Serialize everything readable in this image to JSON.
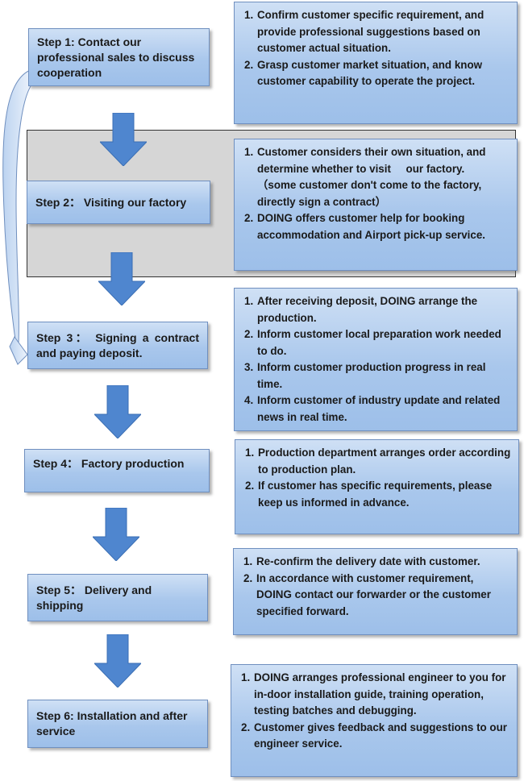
{
  "steps": [
    {
      "label": "Step 1: Contact our professional sales to discuss cooperation"
    },
    {
      "label": "Step 2： Visiting our factory"
    },
    {
      "label": "Step 3： Signing a contract and paying deposit."
    },
    {
      "label": "Step 4： Factory production"
    },
    {
      "label": "Step 5： Delivery and shipping"
    },
    {
      "label": "Step 6: Installation and after service"
    }
  ],
  "details": [
    {
      "items": [
        {
          "num": "1.",
          "text": "Confirm customer specific requirement, and provide professional suggestions based on customer actual situation."
        },
        {
          "num": "2.",
          "text": "Grasp customer market situation, and know customer capability to operate the project."
        }
      ]
    },
    {
      "items": [
        {
          "num": "1.",
          "text": "Customer considers their own situation, and determine whether to visit     our factory.",
          "note": "（some customer don't come to the factory, directly sign a contract）"
        },
        {
          "num": "2.",
          "text": "DOING offers customer help for booking accommodation and Airport pick-up service."
        }
      ]
    },
    {
      "items": [
        {
          "num": "1.",
          "text": "After receiving deposit, DOING arrange the production."
        },
        {
          "num": "2.",
          "text": "Inform customer local preparation work needed to do."
        },
        {
          "num": "3.",
          "text": "Inform customer production progress in real time."
        },
        {
          "num": "4.",
          "text": "Inform customer of industry update and related news in real time."
        }
      ]
    },
    {
      "items": [
        {
          "num": "1.",
          "text": "Production department arranges order according to production plan."
        },
        {
          "num": "2.",
          "text": "If customer has specific requirements, please keep us informed in advance."
        }
      ]
    },
    {
      "items": [
        {
          "num": "1.",
          "text": "Re-confirm the delivery date with customer."
        },
        {
          "num": "2.",
          "text": "In accordance with customer requirement, DOING contact our forwarder or the customer specified forward."
        }
      ]
    },
    {
      "items": [
        {
          "num": "1.",
          "text": "DOING arranges professional engineer to you for in-door installation guide, training operation, testing batches and debugging."
        },
        {
          "num": "2.",
          "text": "Customer gives feedback and suggestions to our engineer service."
        }
      ]
    }
  ],
  "colors": {
    "box_top": "#cfe0f5",
    "box_bottom": "#9dbfe9",
    "box_border": "#6f8fbf",
    "arrow": "#4f86cf",
    "band": "#d6d6d6"
  },
  "icons": {
    "flow_arrow": "down-arrow-icon",
    "loop_arrow": "curved-return-arrow-icon"
  }
}
